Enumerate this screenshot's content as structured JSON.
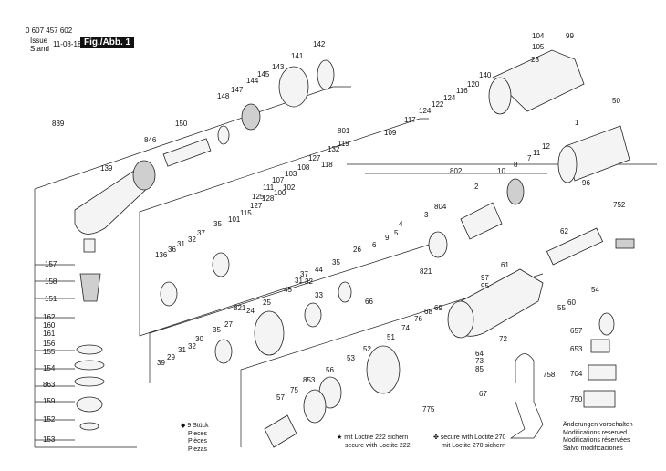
{
  "header": {
    "doc_number": "0 607 457 602",
    "issue_label_1": "Issue",
    "issue_label_2": "Stand",
    "issue_date": "11-08-18",
    "figure": "Fig./Abb. 1"
  },
  "part_numbers": {
    "row_top": [
      "104",
      "99",
      "105",
      "28",
      "142",
      "141",
      "143",
      "145",
      "144",
      "147",
      "148",
      "150",
      "140",
      "120",
      "116",
      "124",
      "122",
      "117",
      "119",
      "109",
      "132",
      "118",
      "127",
      "108",
      "103",
      "107",
      "111",
      "102",
      "100",
      "128",
      "127",
      "115",
      "101",
      "125",
      "124",
      "1",
      "12",
      "11",
      "7",
      "8",
      "10",
      "2",
      "802",
      "801",
      "804",
      "3",
      "4",
      "5",
      "9",
      "6",
      "26",
      "50",
      "96",
      "752",
      "62",
      "55",
      "60",
      "54",
      "66",
      "821",
      "97",
      "95",
      "61",
      "839",
      "846",
      "139",
      "157",
      "158",
      "151",
      "162",
      "160",
      "161",
      "156",
      "155",
      "154",
      "863",
      "159",
      "152",
      "153",
      "136",
      "36",
      "31",
      "32",
      "37",
      "35",
      "37",
      "44",
      "32",
      "31",
      "45",
      "33",
      "35",
      "821",
      "24",
      "25",
      "35",
      "27",
      "30",
      "32",
      "31",
      "29",
      "39",
      "53",
      "52",
      "51",
      "74",
      "76",
      "68",
      "69",
      "72",
      "64",
      "73",
      "85",
      "67",
      "775",
      "56",
      "853",
      "75",
      "57",
      "758",
      "657",
      "653",
      "704",
      "750"
    ]
  },
  "legend": {
    "pieces_star": "◆ 9 Stück",
    "pieces_en": "Pieces",
    "pieces_fr": "Pièces",
    "pieces_es": "Piezas",
    "loctite222_de": "★ mit Loctite 222 sichern",
    "loctite222_en": "secure with Loctite 222",
    "loctite270_en": "✤ secure with Loctite 270",
    "loctite270_de": "mit Loctite 270 sichern",
    "mod_de": "Änderungen vorbehalten",
    "mod_en": "Modifications reserved",
    "mod_fr": "Modifications réservées",
    "mod_es": "Salvo modificaciones"
  }
}
